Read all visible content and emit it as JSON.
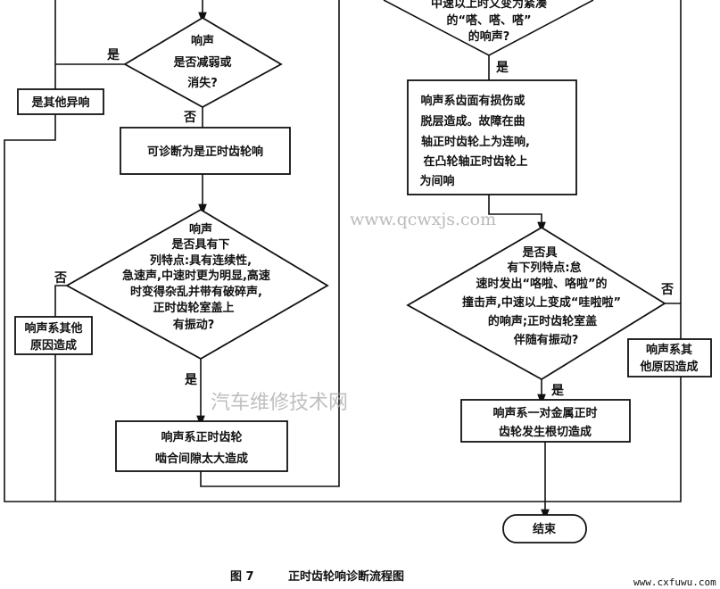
{
  "left": {
    "decision1": {
      "lines": [
        "响声",
        "是否减弱或",
        "消失?"
      ],
      "yes": "是",
      "no": "否"
    },
    "other_noise_box": "是其他异响",
    "diagnose_box": "可诊断为是正时齿轮响",
    "decision2": {
      "lines": [
        "响声",
        "是否具有下",
        "列特点:具有连续性,",
        "急速声,中速时更为明显,高速",
        "时变得杂乱并带有破碎声,",
        "正时齿轮室盖上",
        "有振动?"
      ],
      "yes": "是",
      "no": "否"
    },
    "other_cause_box": [
      "响声系其他",
      "原因造成"
    ],
    "backlash_box": [
      "响声系正时齿轮",
      "啮合间隙太大造成"
    ]
  },
  "right": {
    "decision1": {
      "lines": [
        "中速以上时又变为紧凑",
        "的“嗒、嗒、嗒”",
        "的响声?"
      ],
      "yes": "是"
    },
    "damage_box": [
      "响声系齿面有损伤或",
      "脱层造成。故障在曲",
      "轴正时齿轮上为连响,",
      "在凸轮轴正时齿轮上",
      "为间响"
    ],
    "decision2": {
      "lines": [
        "是否具",
        "有下列特点:怠",
        "速时发出“咯啦、咯啦”的",
        "撞击声,中速以上变成“哇啦啦”",
        "的响声;正时齿轮室盖",
        "伴随有振动?"
      ],
      "yes": "是",
      "no": "否"
    },
    "other_cause_box": [
      "响声系其",
      "他原因造成"
    ],
    "undercut_box": [
      "响声系一对金属正时",
      "齿轮发生根切造成"
    ]
  },
  "end": "结束",
  "caption": {
    "figure": "图  7",
    "title": "正时齿轮响诊断流程图"
  },
  "watermarks": {
    "cn": "汽车维修技术网",
    "url": "www.qcwxjs.com",
    "corner": "www.cxfuwu.com"
  }
}
